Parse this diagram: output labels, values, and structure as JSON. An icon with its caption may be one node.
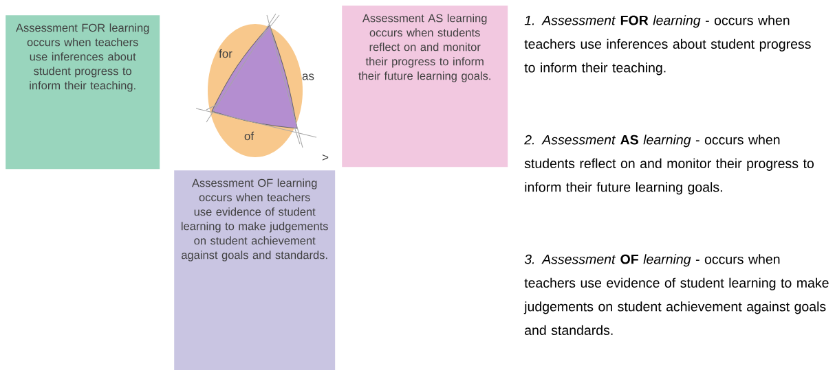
{
  "diagram": {
    "nodes": [
      {
        "text": [
          "Assessment FOR learning",
          "occurs when teachers use inferences about student progress to inform their teaching."
        ]
      },
      {
        "text": [
          "Assessment AS learning",
          "occurs when students reflect on and monitor their progress to inform their future learning goals."
        ]
      },
      {
        "text": [
          "Assessment OF learning",
          "occurs when teachers use evidence of student learning to make judgements on student achievement against goals and standards."
        ]
      }
    ],
    "labels": [
      "for",
      "as",
      "of",
      ">",
      "*1. Assessment* **FOR** *learning* - occurs when teachers use inferences about student progress to inform their teaching.",
      "*2. Assessment* **AS** *learning* - occurs when students reflect on and monitor their progress to inform their future learning goals.",
      "*3. Assessment* **OF** *learning* - occurs when teachers use evidence of student learning to make judgements on student achievement against goals and standards."
    ]
  }
}
